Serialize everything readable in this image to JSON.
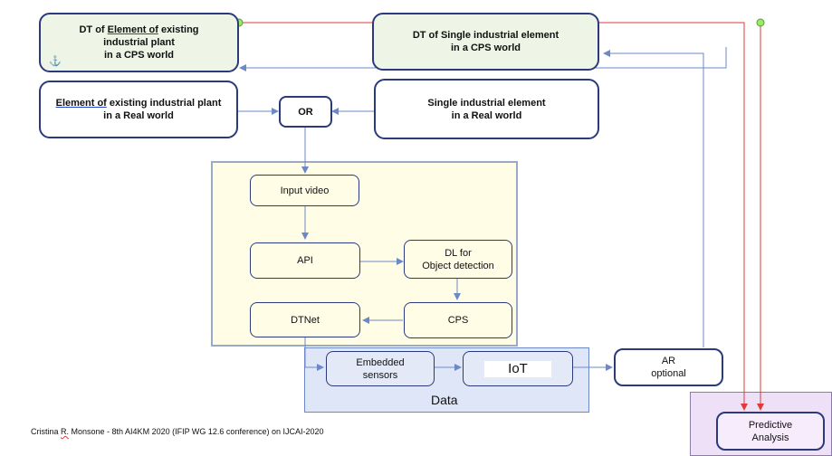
{
  "boxes": {
    "dt_element": {
      "l1a": "DT of ",
      "l1u": "Element  of",
      "l1b": " existing",
      "l2": "industrial plant",
      "l3": "in a CPS world",
      "anchor": "⚓"
    },
    "dt_single": {
      "l1": "DT of Single industrial element",
      "l2": "in a CPS world"
    },
    "element_real": {
      "l1u": "Element  of",
      "l1b": " existing industrial plant",
      "l2": "in a Real world"
    },
    "or": "OR",
    "single_real": {
      "l1": "Single industrial element",
      "l2": "in a Real world"
    },
    "input_video": "Input video",
    "api": "API",
    "dl": {
      "l1": "DL for",
      "l2": "Object detection"
    },
    "dtnet": "DTNet",
    "cps": "CPS",
    "embedded": {
      "l1": "Embedded",
      "l2": "sensors"
    },
    "iot": "IoT",
    "ar": {
      "l1": "AR",
      "l2": "optional"
    },
    "predictive": {
      "l1": "Predictive",
      "l2": "Analysis"
    }
  },
  "data_label": "Data",
  "footer": {
    "a": "Cristina ",
    "b": "R.",
    "c": " Monsone -   8th AI4KM 2020 (IFIP WG 12.6 conference) on IJCAI-2020"
  },
  "colors": {
    "box_border": "#2b3a7a",
    "arrow_blue": "#6c88c8",
    "arrow_red": "#e03a3a",
    "node_green": "#9be86b",
    "yellow_region": "#fffde6",
    "blue_region": "#dfe6f7",
    "purple_region": "#eee0f6"
  }
}
